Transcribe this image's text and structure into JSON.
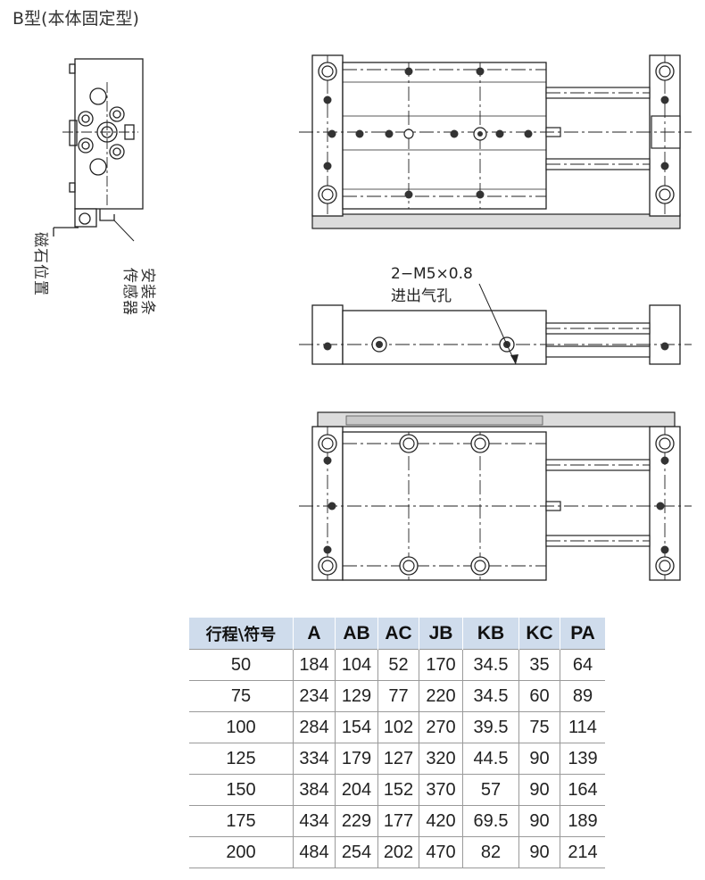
{
  "title": "B型(本体固定型)",
  "labels": {
    "magnet_position": "磁石位置",
    "sensor_slot": "传感器安装条",
    "port_spec": "2−M5×0.8",
    "port_desc": "进出气孔"
  },
  "table": {
    "headers": [
      "行程\\符号",
      "A",
      "AB",
      "AC",
      "JB",
      "KB",
      "KC",
      "PA"
    ],
    "rows": [
      [
        "50",
        "184",
        "104",
        "52",
        "170",
        "34.5",
        "35",
        "64"
      ],
      [
        "75",
        "234",
        "129",
        "77",
        "220",
        "34.5",
        "60",
        "89"
      ],
      [
        "100",
        "284",
        "154",
        "102",
        "270",
        "39.5",
        "75",
        "114"
      ],
      [
        "125",
        "334",
        "179",
        "127",
        "320",
        "44.5",
        "90",
        "139"
      ],
      [
        "150",
        "384",
        "204",
        "152",
        "370",
        "57",
        "90",
        "164"
      ],
      [
        "175",
        "434",
        "229",
        "177",
        "420",
        "69.5",
        "90",
        "189"
      ],
      [
        "200",
        "484",
        "254",
        "202",
        "470",
        "82",
        "90",
        "214"
      ]
    ]
  },
  "colors": {
    "header_bg": "#cfdcec",
    "line": "#222222",
    "plate": "#dcdcdc"
  }
}
